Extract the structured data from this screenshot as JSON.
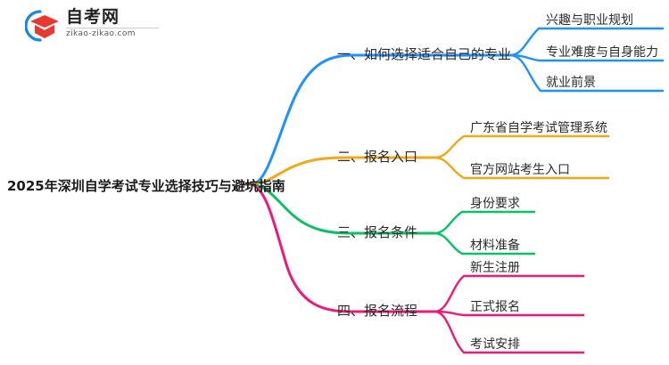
{
  "logo": {
    "name": "自考网",
    "url": "zikao-zikao.com",
    "mark_icon": "graduation-cap-icon",
    "arc_color": "#1a86e0",
    "cap_color": "#e8382f"
  },
  "mindmap": {
    "root": {
      "label": "2025年深圳自学考试专业选择技巧与避坑指南"
    },
    "branches": [
      {
        "index": "1",
        "label": "一、如何选择适合自己的专业",
        "color": "#1e90ff",
        "children": [
          {
            "label": "兴趣与职业规划"
          },
          {
            "label": "专业难度与自身能力"
          },
          {
            "label": "就业前景"
          }
        ]
      },
      {
        "index": "2",
        "label": "二、报名入口",
        "color": "#f0a818",
        "children": [
          {
            "label": "广东省自学考试管理系统"
          },
          {
            "label": "官方网站考生入口"
          }
        ]
      },
      {
        "index": "3",
        "label": "三、报名条件",
        "color": "#0ac264",
        "children": [
          {
            "label": "身份要求"
          },
          {
            "label": "材料准备"
          }
        ]
      },
      {
        "index": "4",
        "label": "四、报名流程",
        "color": "#ed1a78",
        "children": [
          {
            "label": "新生注册"
          },
          {
            "label": "正式报名"
          },
          {
            "label": "考试安排"
          }
        ]
      }
    ]
  }
}
